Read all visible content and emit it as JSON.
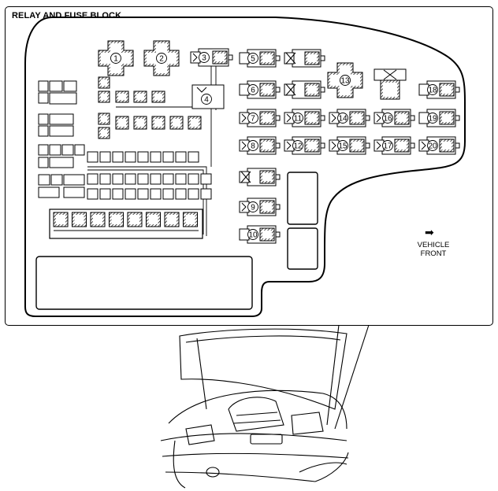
{
  "title": "RELAY AND FUSE BLOCK",
  "vehicle_front": {
    "line1": "VEHICLE",
    "line2": "FRONT"
  },
  "callouts": [
    "1",
    "2",
    "3",
    "4",
    "5",
    "6",
    "7",
    "8",
    "9",
    "10",
    "11",
    "12",
    "13",
    "14",
    "15",
    "16",
    "17",
    "18",
    "19",
    "20"
  ],
  "icons": {
    "direction": "arrow-right-icon",
    "vehicle": "car-engine-bay-icon"
  }
}
